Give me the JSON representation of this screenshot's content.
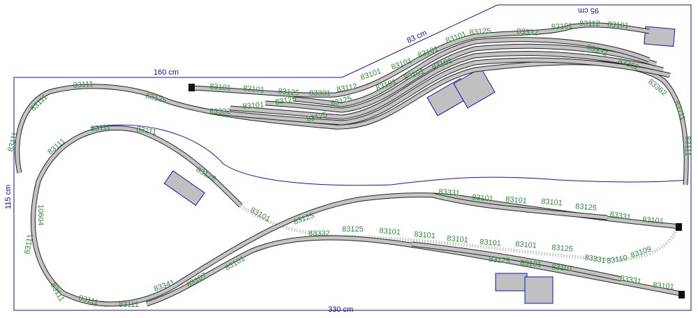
{
  "dimensions": {
    "top_left": "160 cm",
    "diagonal": "83 cm",
    "top_right": "95 cm",
    "left": "115 cm",
    "bottom": "330 cm"
  },
  "colors": {
    "board_outline": "#1010a0",
    "track": "#c4c4c4",
    "label": "#2e8b3a",
    "building": "#c0c0c0"
  },
  "labels": [
    "83101",
    "83101",
    "83125",
    "83331",
    "83112",
    "83101",
    "83101",
    "83101",
    "83101",
    "83125",
    "83332",
    "83101",
    "83112",
    "83101",
    "83332",
    "83362",
    "83362",
    "83111",
    "83111",
    "83332",
    "83101",
    "83125",
    "83125",
    "83125",
    "83101",
    "83101",
    "83101",
    "83111",
    "83125",
    "83111",
    "83111",
    "83111",
    "83111",
    "83111",
    "83126",
    "10604",
    "83111",
    "83111",
    "83111",
    "83111",
    "83341",
    "83107",
    "83101",
    "83101",
    "83125",
    "83332",
    "83125",
    "83101",
    "83101",
    "83101",
    "83101",
    "83101",
    "83125",
    "83331",
    "83110",
    "83109",
    "83331",
    "83101",
    "83101",
    "83101",
    "83125",
    "83331",
    "83101",
    "83331",
    "83101",
    "83125",
    "83101",
    "83101"
  ]
}
